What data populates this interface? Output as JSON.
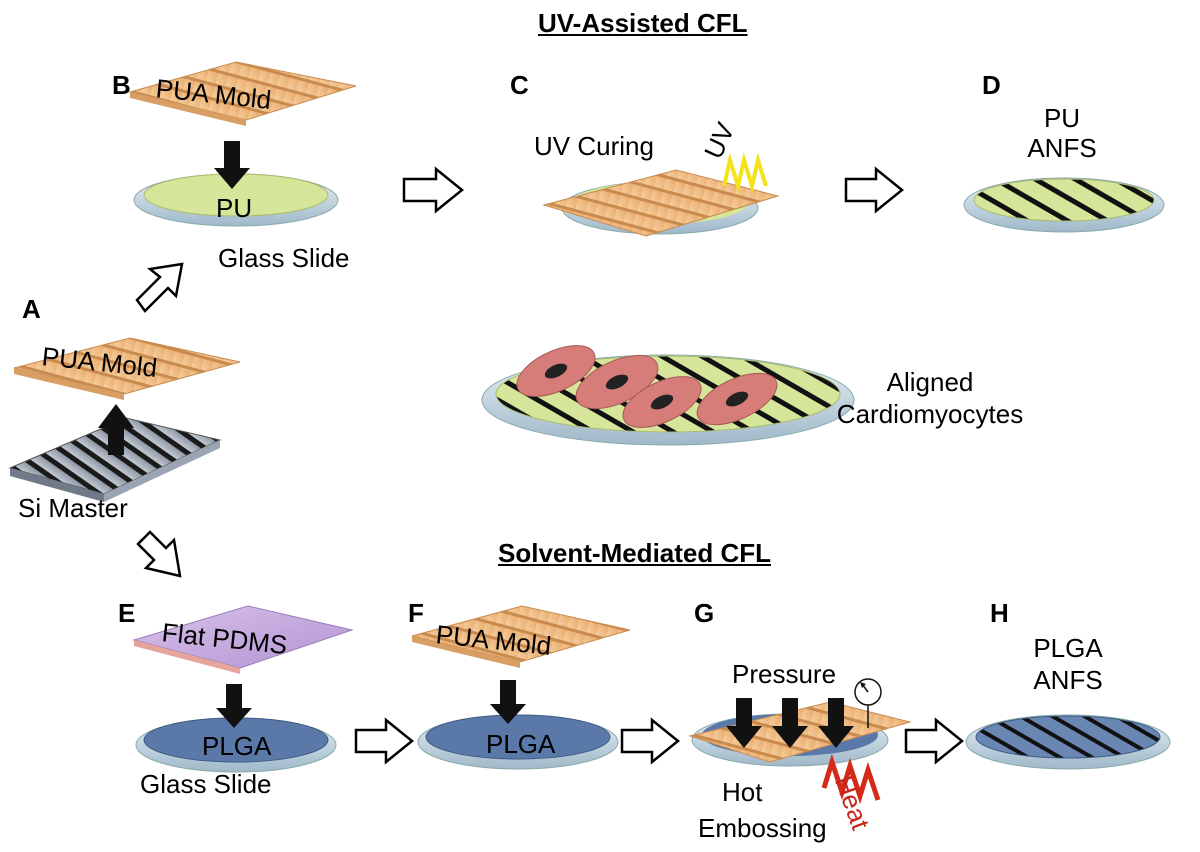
{
  "headings": {
    "uv": "UV-Assisted CFL",
    "solvent": "Solvent-Mediated CFL"
  },
  "panels": {
    "a": "A",
    "b": "B",
    "c": "C",
    "d": "D",
    "e": "E",
    "f": "F",
    "g": "G",
    "h": "H"
  },
  "labels": {
    "a_mold": "PUA Mold",
    "a_master": "Si Master",
    "b_mold": "PUA Mold",
    "b_pu": "PU",
    "b_glass": "Glass Slide",
    "c_uv_curing": "UV Curing",
    "c_uv": "UV",
    "d_pu": "PU",
    "d_anfs": "ANFS",
    "cells_1": "Aligned",
    "cells_2": "Cardiomyocytes",
    "e_pdms": "Flat PDMS",
    "e_plga": "PLGA",
    "e_glass": "Glass Slide",
    "f_mold": "PUA Mold",
    "f_plga": "PLGA",
    "g_pressure": "Pressure",
    "g_hot": "Hot",
    "g_embossing": "Embossing",
    "g_heat": "Heat",
    "h_plga": "PLGA",
    "h_anfs": "ANFS"
  },
  "colors": {
    "mold": "#f2c08a",
    "pu": "#d5e59a",
    "plga": "#5a78a8",
    "pdms": "#c9aede",
    "glass": "#cfe2ee",
    "cell": "#d67d7a",
    "uv_wave": "#f4e21b",
    "heat_wave": "#d42a1a",
    "heat_text": "#c8261a"
  }
}
